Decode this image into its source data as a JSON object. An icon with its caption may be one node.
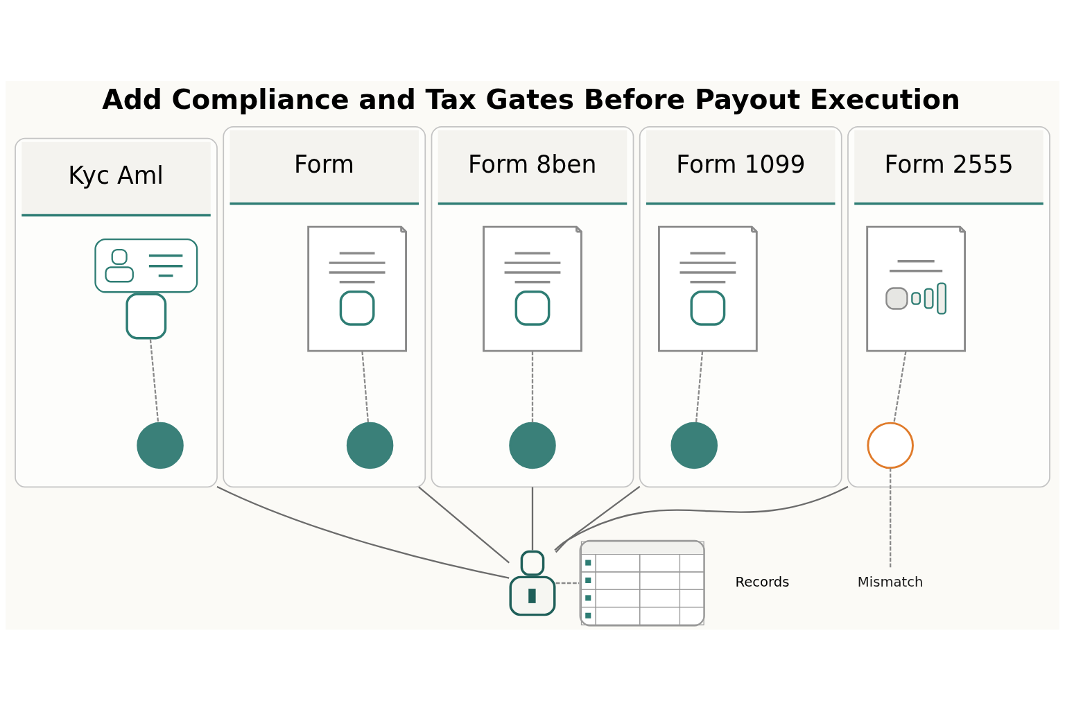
{
  "diagram": {
    "title": "Add Compliance and Tax Gates Before Payout Execution",
    "nodes": [
      {
        "text": [
          "Kyc Aml"
        ]
      },
      {
        "text": [],
        "shape": "picture",
        "in": 0
      },
      {
        "text": [],
        "shape": "circle",
        "in": 0
      },
      {
        "text": [
          "Form"
        ]
      },
      {
        "text": [],
        "shape": "picture",
        "in": 3
      },
      {
        "text": [],
        "shape": "circle",
        "in": 3
      },
      {
        "text": [
          "Form 8ben"
        ]
      },
      {
        "text": [],
        "shape": "picture",
        "in": 6
      },
      {
        "text": [],
        "shape": "circle",
        "in": 6
      },
      {
        "text": [
          "Form 1099"
        ]
      },
      {
        "text": [],
        "shape": "picture",
        "in": 9
      },
      {
        "text": [],
        "shape": "circle",
        "in": 9
      },
      {
        "text": [
          "Form 2555"
        ]
      },
      {
        "text": [],
        "shape": "picture",
        "in": 12
      },
      {
        "text": [],
        "shape": "circle",
        "in": 12
      },
      {
        "text": [
          "Mismatch"
        ]
      },
      {
        "text": [],
        "shape": "picture"
      },
      {
        "text": [],
        "shape": "picture",
        "beside": [
          "Records"
        ]
      }
    ],
    "edges": [
      {
        "from": 1,
        "to": 2,
        "arrow": "none",
        "style": "dashed"
      },
      {
        "from": 4,
        "to": 5,
        "arrow": "none",
        "style": "dashed"
      },
      {
        "from": 7,
        "to": 8,
        "arrow": "none",
        "style": "dashed"
      },
      {
        "from": 10,
        "to": 11,
        "arrow": "none",
        "style": "dashed"
      },
      {
        "from": 13,
        "to": 14,
        "arrow": "none",
        "style": "dashed"
      },
      {
        "from": 14,
        "to": 15,
        "arrow": "none",
        "style": "dashed"
      },
      {
        "from": 0,
        "to": 16,
        "arrow": "none"
      },
      {
        "from": 3,
        "to": 16,
        "arrow": "none"
      },
      {
        "from": 6,
        "to": 16,
        "arrow": "none"
      },
      {
        "from": 9,
        "to": 16,
        "arrow": "none"
      },
      {
        "from": 12,
        "to": 16,
        "arrow": "none"
      },
      {
        "from": 16,
        "to": 17,
        "arrow": "none",
        "style": "dashed"
      }
    ]
  }
}
